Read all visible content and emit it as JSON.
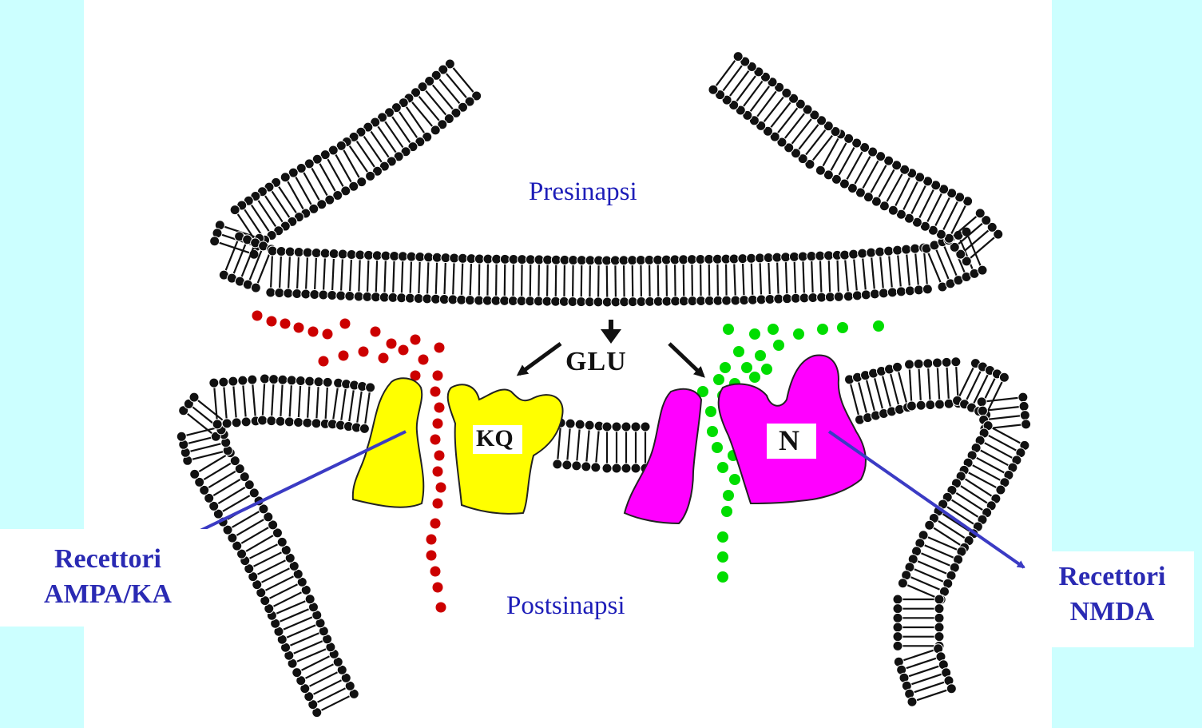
{
  "labels": {
    "presynapse": "Presinapsi",
    "postsynapse": "Postsinapsi",
    "neurotransmitter": "GLU",
    "ampa_receptor_mark": "KQ",
    "nmda_receptor_mark": "N",
    "ampa_callout_line1": "Recettori",
    "ampa_callout_line2": "AMPA/KA",
    "nmda_callout_line1": "Recettori",
    "nmda_callout_line2": "NMDA"
  },
  "colors": {
    "background": "#ccffff",
    "panel": "#ffffff",
    "membrane": "#111111",
    "ampa_receptor": "#ffff00",
    "nmda_receptor": "#ff00ff",
    "ampa_ions": "#cc0000",
    "nmda_ions": "#00dd00",
    "label_text": "#1d1db8",
    "callout_arrow": "#3b3bc4"
  }
}
